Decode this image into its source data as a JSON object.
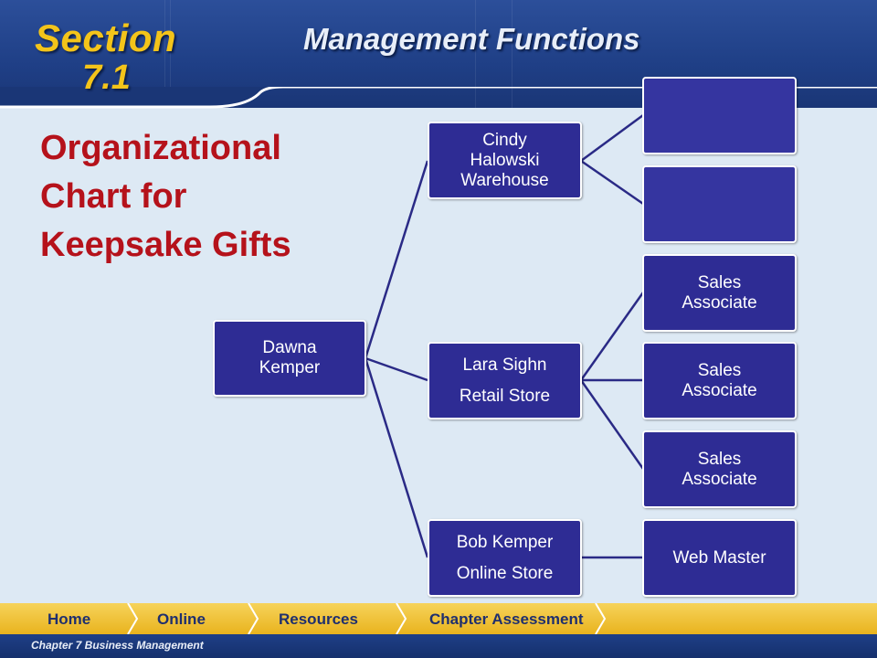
{
  "header": {
    "section_label": "Section",
    "section_number": "7.1",
    "title": "Management Functions"
  },
  "slide_title": "Organizational\nChart for\nKeepsake Gifts",
  "org_chart": {
    "root": {
      "name": "Dawna",
      "surname": "Kemper"
    },
    "managers": [
      {
        "lines": [
          "Cindy",
          "Halowski",
          "Warehouse"
        ]
      },
      {
        "lines": [
          "Lara Sighn",
          "Retail Store"
        ]
      },
      {
        "lines": [
          "Bob Kemper",
          "Online Store"
        ]
      }
    ],
    "staff": [
      {
        "manager": 0,
        "lines": []
      },
      {
        "manager": 0,
        "lines": []
      },
      {
        "manager": 1,
        "lines": [
          "Sales",
          "Associate"
        ]
      },
      {
        "manager": 1,
        "lines": [
          "Sales",
          "Associate"
        ]
      },
      {
        "manager": 1,
        "lines": [
          "Sales",
          "Associate"
        ]
      },
      {
        "manager": 2,
        "lines": [
          "Web Master"
        ]
      }
    ]
  },
  "colors": {
    "node_fill": "#2e2c94",
    "connector": "#2a2a86",
    "title_red": "#b5121b",
    "section_gold": "#f3c41a"
  },
  "nav": {
    "items": [
      "Home",
      "Online",
      "Resources",
      "Chapter Assessment"
    ]
  },
  "footer": {
    "text": "Chapter 7 Business Management"
  }
}
